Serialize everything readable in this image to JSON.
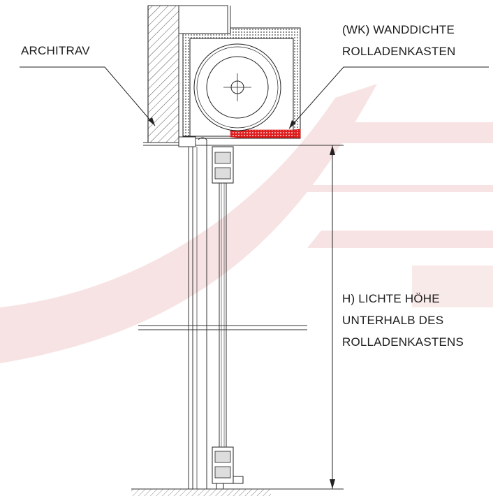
{
  "labels": {
    "architrave": "ARCHITRAV",
    "box_line1": "(WK) WANDDICHTE",
    "box_line2": "ROLLADENKASTEN",
    "height_line1": "H) LICHTE HÖHE",
    "height_line2": "UNTERHALB DES",
    "height_line3": "ROLLADENKASTENS"
  },
  "colors": {
    "background_accent": "#f7e3e3",
    "highlight_red": "#e02020",
    "line": "#333333",
    "hatch": "#555555"
  }
}
